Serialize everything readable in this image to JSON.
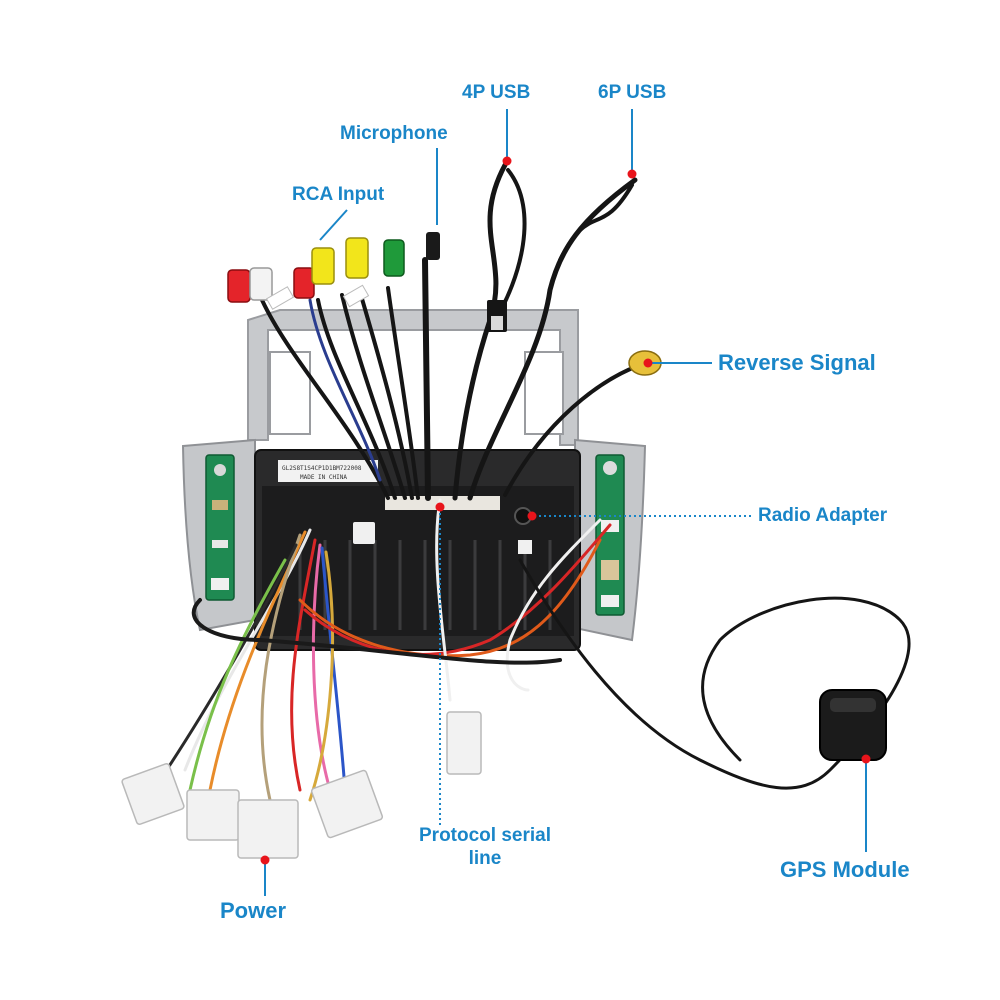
{
  "colors": {
    "label_blue": "#1a86c8",
    "marker_red": "#e8141b",
    "leader_blue": "#1a86c8"
  },
  "labels": {
    "usb4p": "4P USB",
    "usb6p": "6P USB",
    "microphone": "Microphone",
    "rca_input": "RCA Input",
    "reverse_signal": "Reverse Signal",
    "radio_adapter": "Radio Adapter",
    "protocol_serial_line_1": "Protocol serial",
    "protocol_serial_line_2": "line",
    "gps_module": "GPS Module",
    "power": "Power"
  },
  "device": {
    "sticker_text_1": "GL2S8T1S4CP1D1BM722008",
    "sticker_text_2": "MADE IN CHINA"
  },
  "icons": [
    "gps-antenna-icon",
    "usb-plug-icon",
    "rca-plug-icon",
    "harness-connector-icon"
  ]
}
